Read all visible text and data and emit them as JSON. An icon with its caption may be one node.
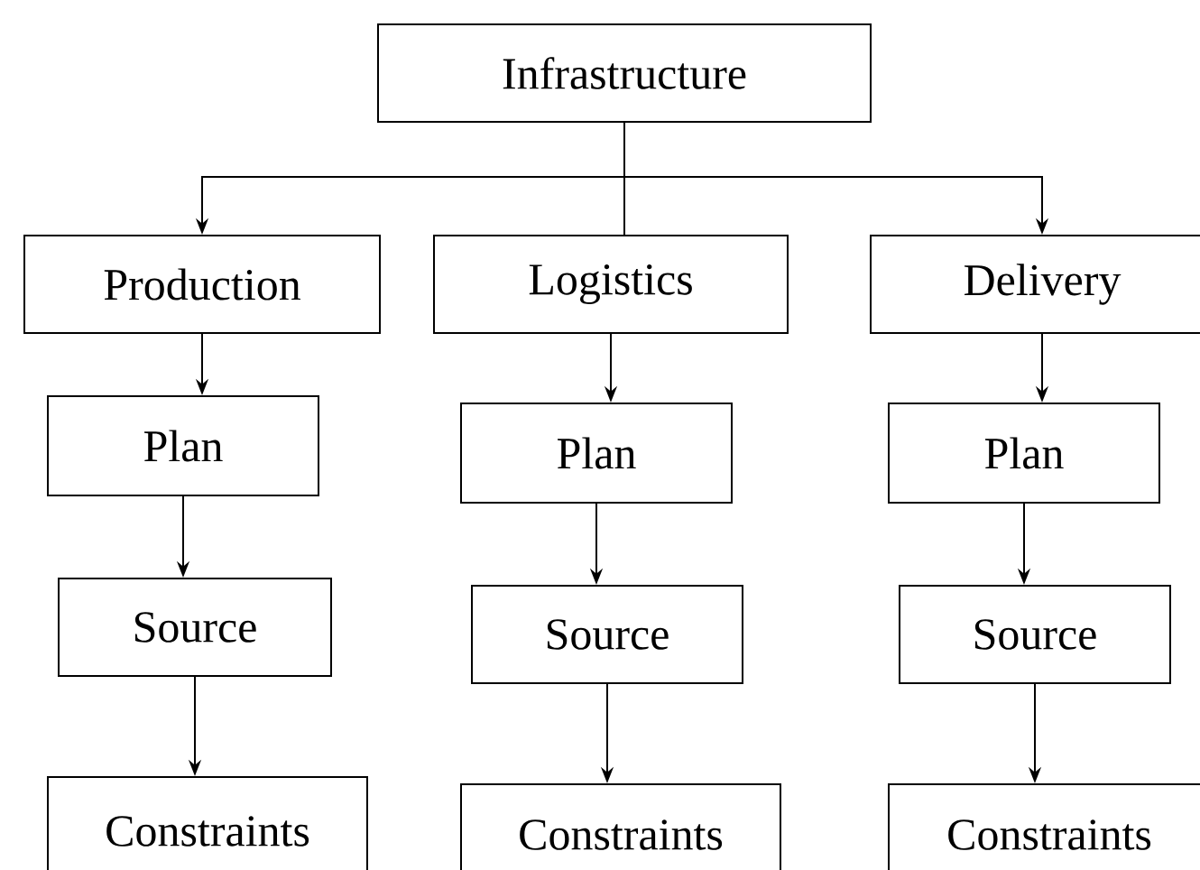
{
  "diagram": {
    "nodes": [
      {
        "text": [
          "Infrastructure"
        ]
      },
      {
        "text": [
          "Production"
        ]
      },
      {
        "text": [
          "Logistics"
        ]
      },
      {
        "text": [
          "Delivery"
        ]
      },
      {
        "text": [
          "Plan"
        ]
      },
      {
        "text": [
          "Plan"
        ]
      },
      {
        "text": [
          "Plan"
        ]
      },
      {
        "text": [
          "Source"
        ]
      },
      {
        "text": [
          "Source"
        ]
      },
      {
        "text": [
          "Source"
        ]
      },
      {
        "text": [
          "Constraints"
        ]
      },
      {
        "text": [
          "Constraints"
        ]
      },
      {
        "text": [
          "Constraints"
        ]
      }
    ],
    "edges": [
      {
        "from": 0,
        "to": 1,
        "arrow": "to"
      },
      {
        "from": 0,
        "to": 2,
        "arrow": "none"
      },
      {
        "from": 0,
        "to": 3,
        "arrow": "to"
      },
      {
        "from": 1,
        "to": 4,
        "arrow": "to"
      },
      {
        "from": 2,
        "to": 5,
        "arrow": "to"
      },
      {
        "from": 3,
        "to": 6,
        "arrow": "to"
      },
      {
        "from": 4,
        "to": 7,
        "arrow": "to"
      },
      {
        "from": 5,
        "to": 8,
        "arrow": "to"
      },
      {
        "from": 6,
        "to": 9,
        "arrow": "to"
      },
      {
        "from": 7,
        "to": 10,
        "arrow": "to"
      },
      {
        "from": 8,
        "to": 11,
        "arrow": "to"
      },
      {
        "from": 9,
        "to": 12,
        "arrow": "to"
      }
    ]
  }
}
